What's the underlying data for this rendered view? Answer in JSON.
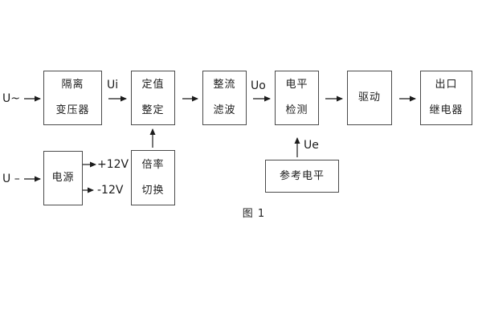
{
  "figure": {
    "caption": "图 1"
  },
  "inputs": {
    "ac_label": "U~",
    "dc_label": "U –"
  },
  "signals": {
    "ui": "Ui",
    "uo": "Uo",
    "ue": "Ue",
    "rail_positive": "+12V",
    "rail_negative": "-12V"
  },
  "blocks": {
    "isolation_transformer": {
      "lines": [
        "隔离",
        "变压器"
      ]
    },
    "value_setting": {
      "lines": [
        "定值",
        "整定"
      ]
    },
    "rectifier_filter": {
      "lines": [
        "整流",
        "滤波"
      ]
    },
    "level_detection": {
      "lines": [
        "电平",
        "检测"
      ]
    },
    "driver": {
      "lines": [
        "驱动"
      ]
    },
    "output_relay": {
      "lines": [
        "出口",
        "继电器"
      ]
    },
    "power_supply": {
      "lines": [
        "电源"
      ]
    },
    "ratio_switch": {
      "lines": [
        "倍率",
        "切换"
      ]
    },
    "reference_level": {
      "lines": [
        "参考电平"
      ]
    }
  },
  "colors": {
    "background": "#ffffff",
    "box_border": "#4a4a4a",
    "text": "#1c1c1c",
    "arrow": "#1c1c1c"
  }
}
